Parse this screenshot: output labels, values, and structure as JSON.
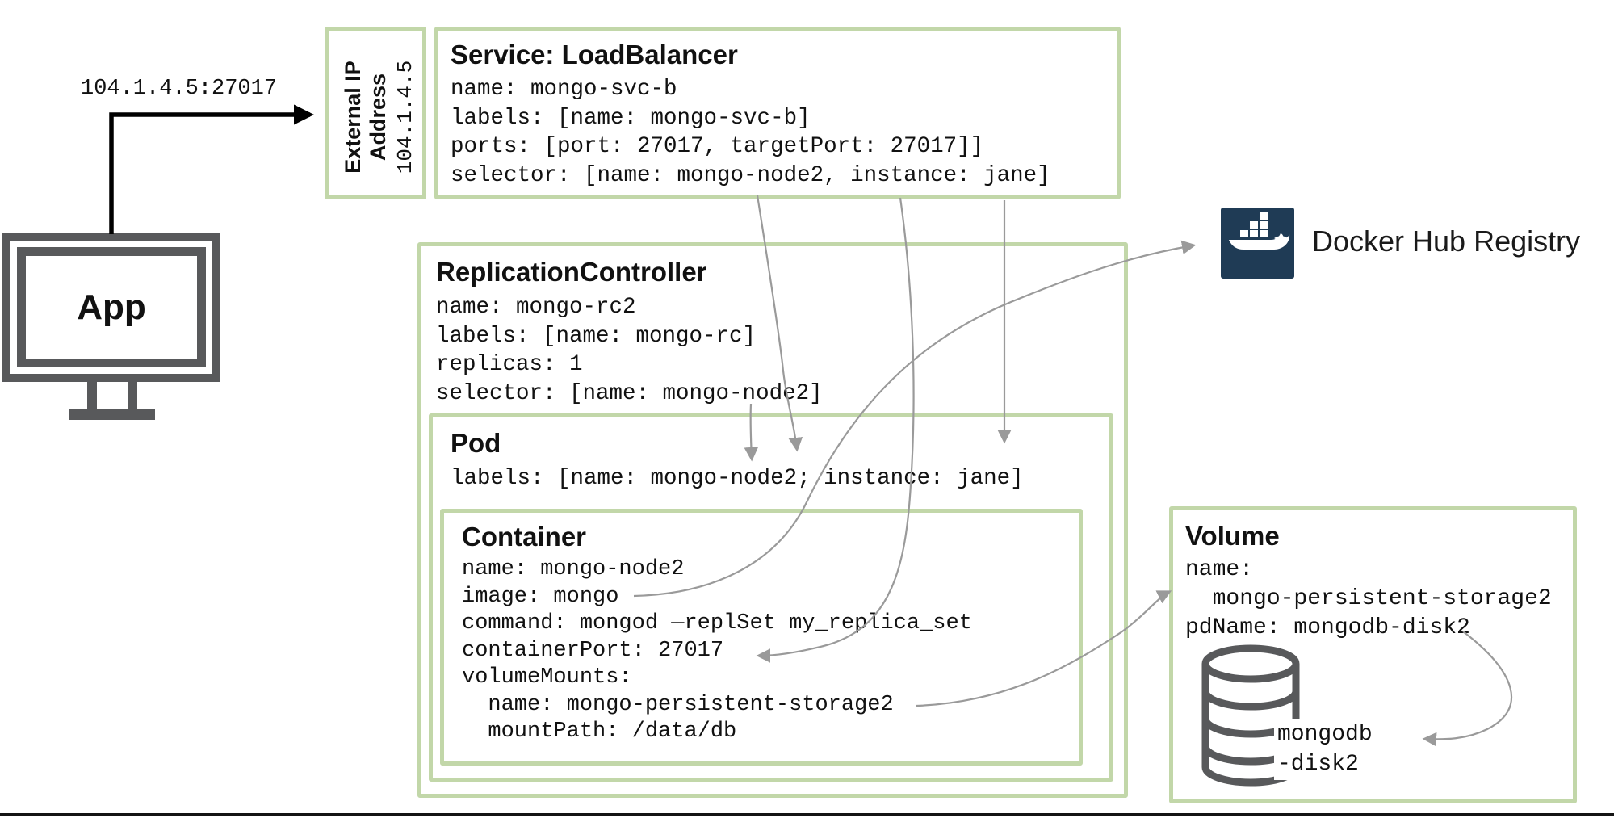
{
  "app_node": {
    "label": "App"
  },
  "connection": {
    "label": "104.1.4.5:27017"
  },
  "external_ip": {
    "title": "External IP Address",
    "value": "104.1.4.5"
  },
  "service": {
    "title": "Service: LoadBalancer",
    "lines": [
      "name: mongo-svc-b",
      "labels: [name: mongo-svc-b]",
      "ports: [port: 27017, targetPort: 27017]]",
      "selector: [name: mongo-node2, instance: jane]"
    ]
  },
  "replication_controller": {
    "title": "ReplicationController",
    "lines": [
      "name: mongo-rc2",
      "labels: [name: mongo-rc]",
      "replicas: 1",
      "selector: [name: mongo-node2]"
    ]
  },
  "pod": {
    "title": "Pod",
    "lines": [
      "labels: [name: mongo-node2; instance: jane]"
    ]
  },
  "container": {
    "title": "Container",
    "lines": [
      "name: mongo-node2",
      "image: mongo",
      "command: mongod —replSet my_replica_set",
      "containerPort: 27017",
      "volumeMounts:",
      "  name: mongo-persistent-storage2",
      "  mountPath: /data/db"
    ]
  },
  "volume": {
    "title": "Volume",
    "lines": [
      "name:",
      "  mongo-persistent-storage2",
      "pdName: mongodb-disk2"
    ],
    "disk_label": "mongodb\n-disk2"
  },
  "docker": {
    "label": "Docker Hub Registry"
  },
  "icons": {
    "docker_whale": "docker-whale-icon",
    "database_cylinder": "database-cylinder-icon",
    "app_monitor": "monitor-icon"
  },
  "colors": {
    "box_border_green": "#c2d7a9",
    "connector_gray": "#9a9a9a",
    "dark_gray": "#58595b",
    "docker_navy": "#1f3b55",
    "arrow_black": "#000000"
  }
}
